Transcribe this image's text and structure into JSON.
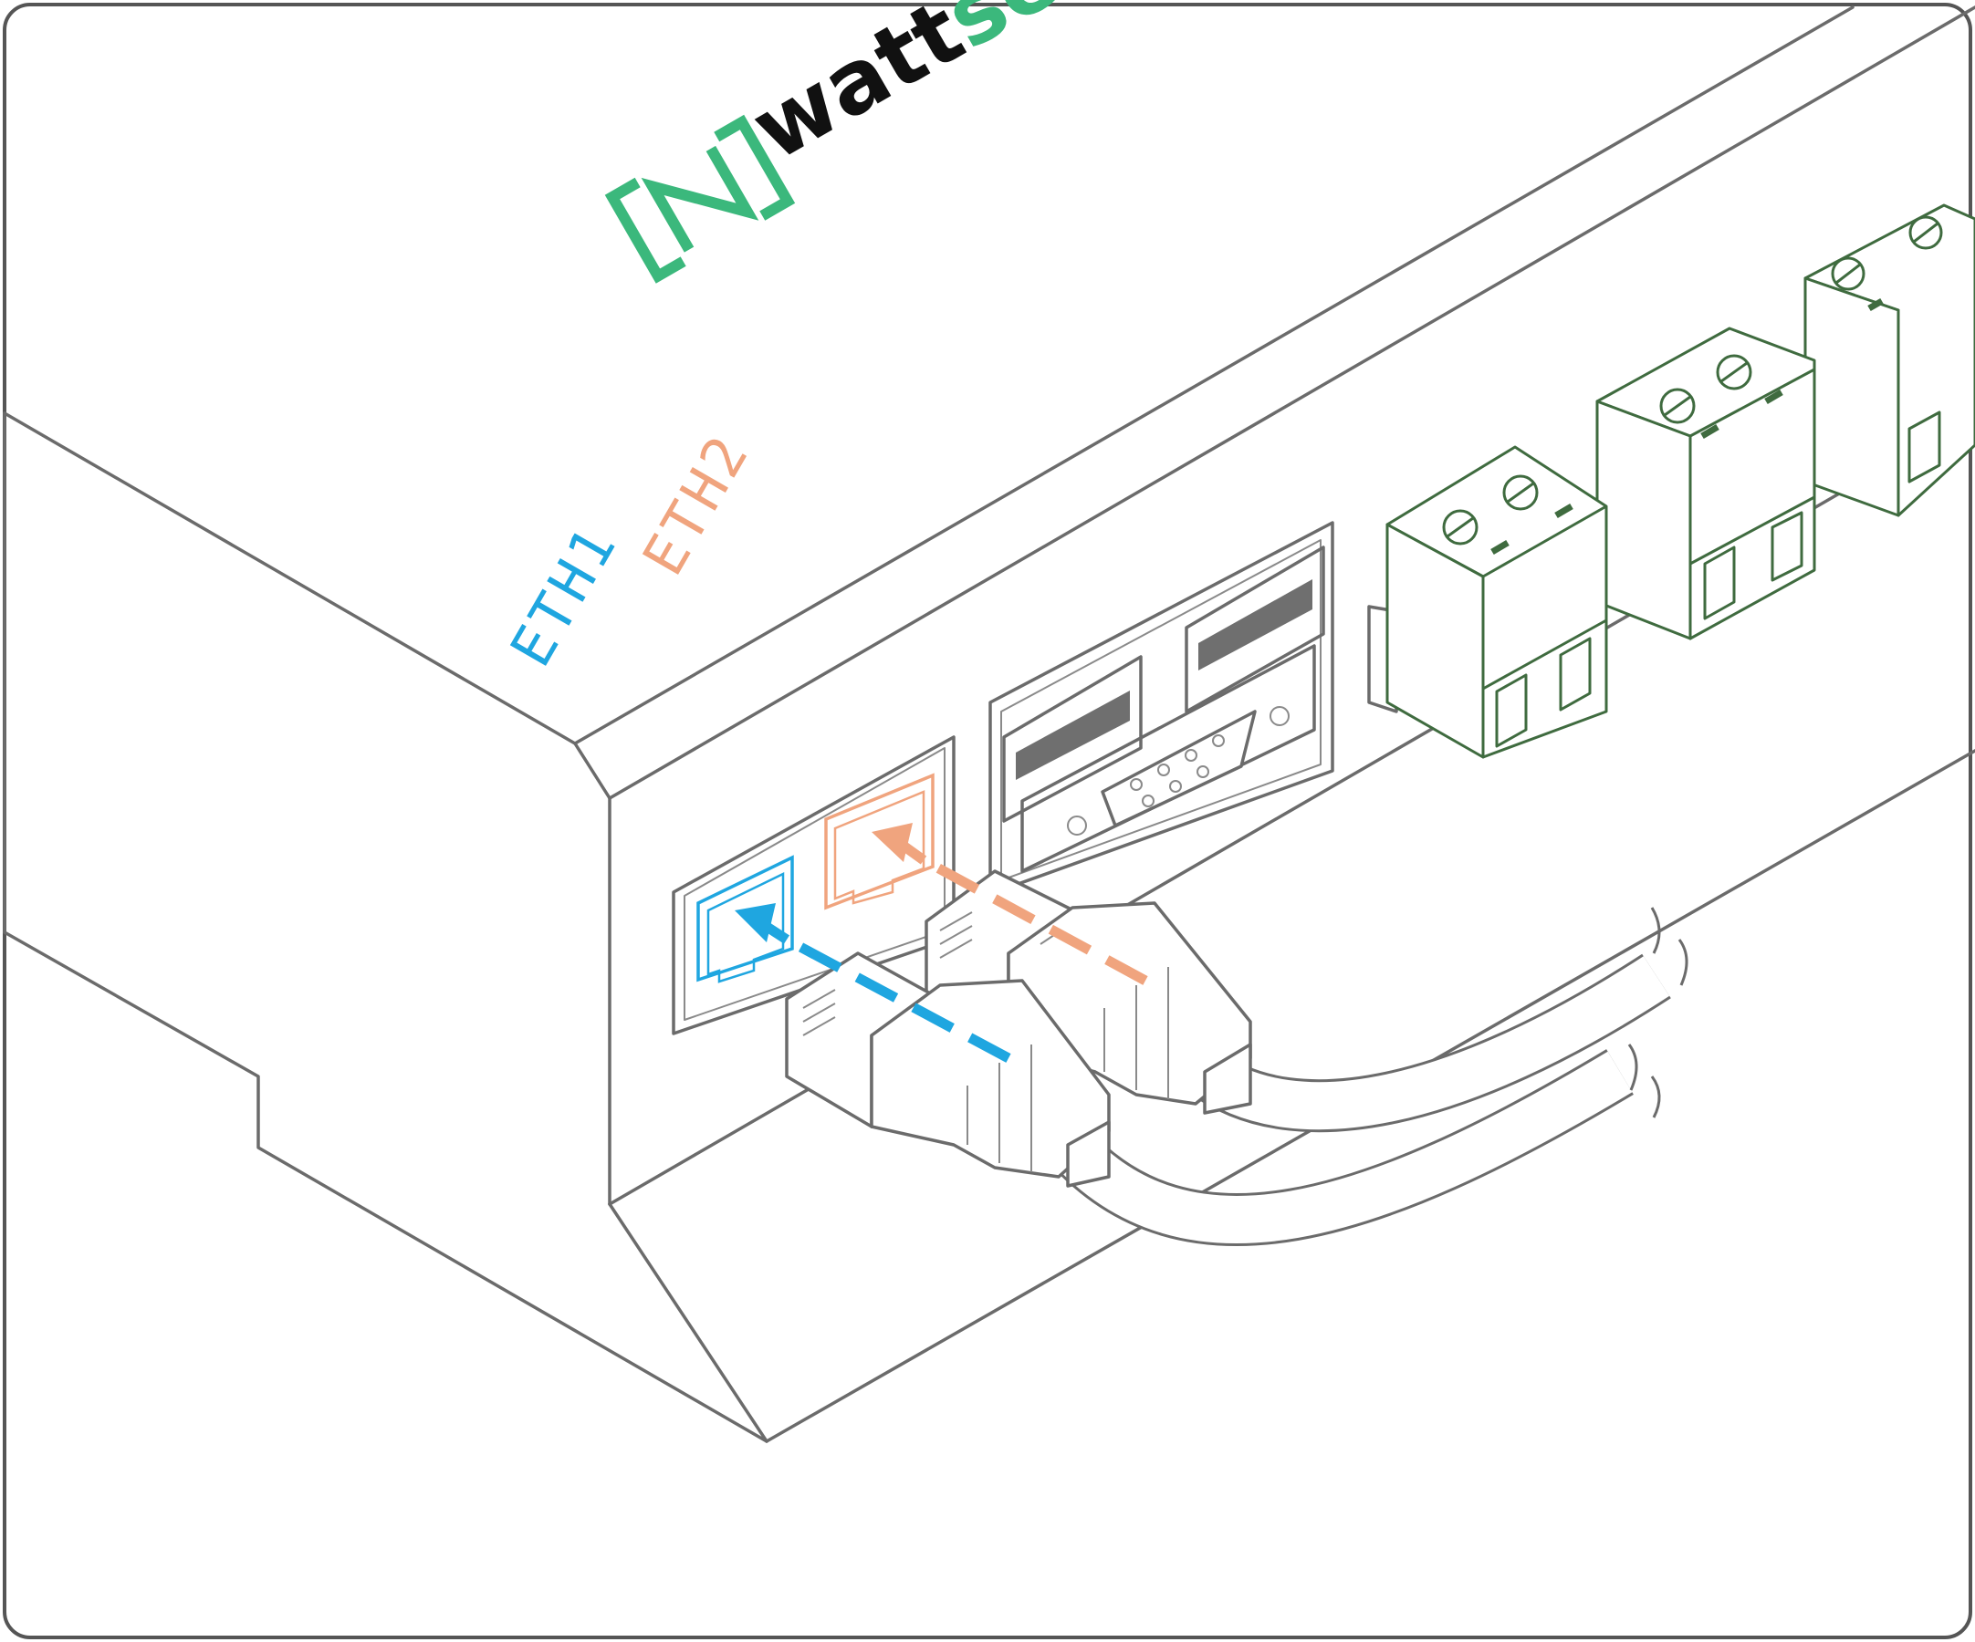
{
  "labels": {
    "eth1": "ETH1",
    "eth2": "ETH2"
  },
  "brand": {
    "name_part1": "watt",
    "name_part2": "se",
    "logo_icon": "bracket-n-logo"
  },
  "colors": {
    "eth1": "#1fa6e0",
    "eth2": "#f0a47e",
    "brand_green": "#3bb87c",
    "terminal_green": "#3f6b3f",
    "outline": "#6b6b6b"
  },
  "icons": [
    "rj45-port-icon",
    "usb-port-icon",
    "db9-serial-port-icon",
    "terminal-block-icon",
    "ethernet-cable-icon",
    "insertion-arrow-icon"
  ]
}
